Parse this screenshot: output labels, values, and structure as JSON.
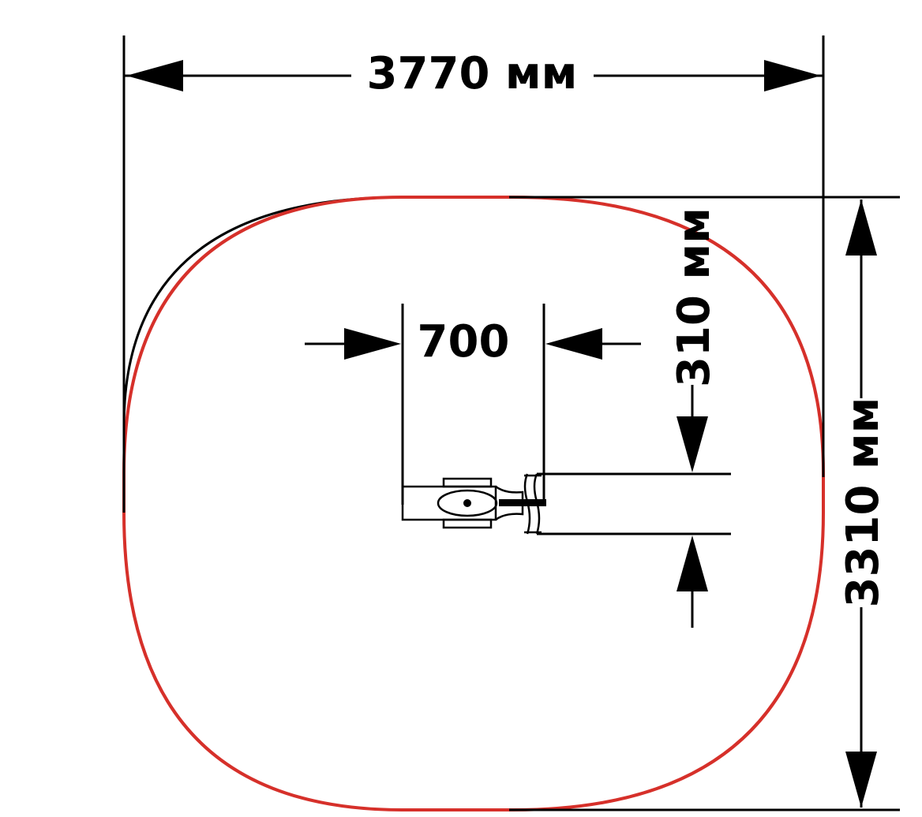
{
  "dimensions": {
    "overall_width_label": "3770 мм",
    "overall_depth_label": "3310 мм",
    "equipment_length_label": "700",
    "equipment_width_label": "310 мм"
  },
  "colors": {
    "line": "#000000",
    "safety_zone": "#d6302a",
    "background": "#ffffff"
  }
}
